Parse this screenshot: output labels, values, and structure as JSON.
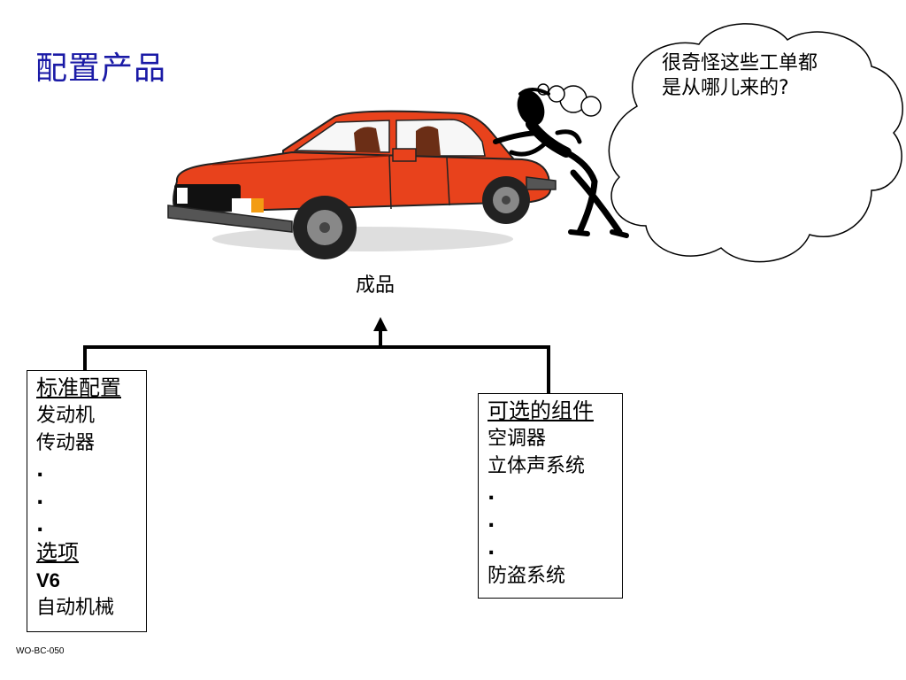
{
  "title": "配置产品",
  "thought_bubble": {
    "line1": "很奇怪这些工单都",
    "line2": "是从哪儿来的?"
  },
  "product_label": "成品",
  "standard_box": {
    "header": "标准配置",
    "items": [
      "发动机",
      "传动器",
      ".",
      ".",
      "."
    ],
    "options_header": "选项",
    "option_items": [
      "V6",
      "自动机械"
    ]
  },
  "optional_box": {
    "header": "可选的组件",
    "items": [
      "空调器",
      "立体声系统",
      ".",
      ".",
      ".",
      "防盗系统"
    ]
  },
  "footer": "WO-BC-050",
  "colors": {
    "title": "#1a1aa6",
    "car_body": "#e8421c"
  }
}
